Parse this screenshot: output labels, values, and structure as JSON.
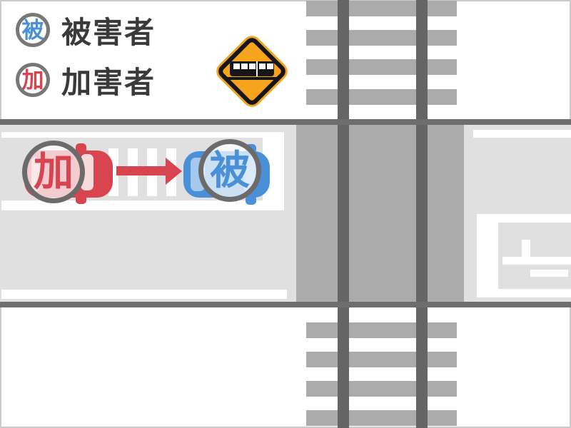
{
  "scene": {
    "perpetrator_symbol": "加",
    "victim_symbol": "被"
  },
  "legend": {
    "items": [
      {
        "symbol": "被",
        "label": "被害者",
        "color": "#4a90d8"
      },
      {
        "symbol": "加",
        "label": "加害者",
        "color": "#d8454f"
      }
    ]
  },
  "icons": {
    "warning_sign": "railroad-crossing-warning-sign",
    "train": "train-silhouette-icon",
    "badge": "magnifier-circle-badge",
    "arrow": "right-arrow"
  },
  "colors": {
    "victim_blue": "#4a90d8",
    "perpetrator_red": "#d8454f",
    "sign_yellow": "#f6a41c",
    "road_gray": "#e0e0e0",
    "crossing_gray": "#ababab",
    "rail_dark_gray": "#656565",
    "road_edge_gray": "#6e6e6e",
    "legend_text": "#3a3a3a"
  }
}
